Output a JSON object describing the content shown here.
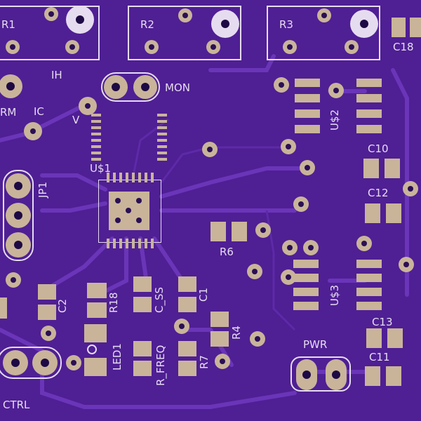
{
  "colors": {
    "board": "#4f1f94",
    "trace": "#6a35b8",
    "copper": "#c9b49a",
    "silkscreen": "#e6dcf0",
    "drill": "#1e0a44"
  },
  "labels": {
    "r1": "R1",
    "r2": "R2",
    "r3": "R3",
    "c18": "C18",
    "ih": "IH",
    "mon": "MON",
    "rm": "RM",
    "ic": "IC",
    "v": "V",
    "u2": "U$2",
    "c10": "C10",
    "jp1": "JP1",
    "u1": "U$1",
    "c12": "C12",
    "r6": "R6",
    "u3": "U$3",
    "c2": "C2",
    "r18": "R18",
    "c_ss": "C_SS",
    "c1": "C1",
    "r4": "R4",
    "c13": "C13",
    "led1": "LED1",
    "r_freq": "R_FREQ",
    "r7": "R7",
    "pwr": "PWR",
    "c11": "C11",
    "ctrl": "CTRL"
  }
}
